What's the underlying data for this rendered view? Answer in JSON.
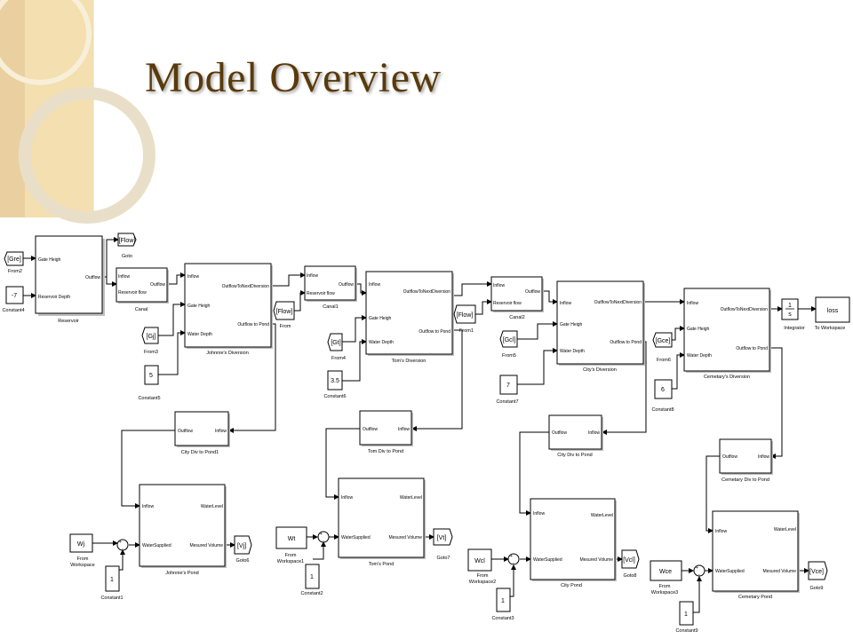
{
  "slide": {
    "title": "Model Overview"
  },
  "blocks": {
    "from2": {
      "value": "[Gre]",
      "label": "From2"
    },
    "constant4": {
      "value": "-7",
      "label": "Constant4"
    },
    "reservoir": {
      "label": "Reservoir",
      "in1": "Gate Heigh",
      "in2": "Reservoir Depth",
      "out": "Outflow"
    },
    "goto": {
      "value": "[Flow]",
      "label": "Goto"
    },
    "canal": {
      "label": "Canal",
      "in1": "Inflow",
      "in2": "Reservoir flow",
      "out": "Outflow"
    },
    "from3": {
      "value": "[Gj]",
      "label": "From3"
    },
    "constant5": {
      "value": "5",
      "label": "Constant5"
    },
    "johnnies_diversion": {
      "label": "Johnnie's Diversion",
      "in1": "Inflow",
      "in2": "Gate Heigh",
      "in3": "Water Depth",
      "out1": "OutflowToNextDiversion",
      "out2": "Outflow to Pond"
    },
    "from": {
      "value": "[Flow]",
      "label": "From"
    },
    "canal1": {
      "label": "Canal1",
      "in1": "Inflow",
      "in2": "Reservoir flow",
      "out": "Outflow"
    },
    "from4": {
      "value": "[Gt]",
      "label": "From4"
    },
    "constant6": {
      "value": "3.5",
      "label": "Constant6"
    },
    "toms_diversion": {
      "label": "Tom's Diversion",
      "in1": "Inflow",
      "in2": "Gate Heigh",
      "in3": "Water Depth",
      "out1": "OutflowToNextDiversion",
      "out2": "Outflow to Pond"
    },
    "from1": {
      "value": "[Flow]",
      "label": "From1"
    },
    "canal2": {
      "label": "Canal2",
      "in1": "Inflow",
      "in2": "Reservoir flow",
      "out": "Outflow"
    },
    "from5": {
      "value": "[Gcl]",
      "label": "From5"
    },
    "constant7": {
      "value": "7",
      "label": "Constant7"
    },
    "citys_diversion": {
      "label": "City's Diversion",
      "in1": "Inflow",
      "in2": "Gate Heigh",
      "in3": "Water Depth",
      "out1": "OutflowToNextDiversion",
      "out2": "Outflow to Pond"
    },
    "from6": {
      "value": "[Gce]",
      "label": "From6"
    },
    "constant8": {
      "value": "6",
      "label": "Constant8"
    },
    "cemetarys_diversion": {
      "label": "Cemetary's Diversion",
      "in1": "Inflow",
      "in2": "Gate Heigh",
      "in3": "Water Depth",
      "out1": "OutflowToNextDiversion",
      "out2": "Outflow to Pond"
    },
    "integrator": {
      "num": "1",
      "den": "s",
      "label": "Integrator"
    },
    "to_workspace": {
      "value": "loss",
      "label": "To Workspace"
    },
    "city_div_to_pond1": {
      "label": "City Div to Pond1",
      "left": "Outflow",
      "right": "Inflow"
    },
    "tom_div_to_pond": {
      "label": "Tom Div to Pond",
      "left": "Outflow",
      "right": "Inflow"
    },
    "city_div_to_pond": {
      "label": "City Div to Pond",
      "left": "Outflow",
      "right": "Inflow"
    },
    "cemetary_div_to_pond": {
      "label": "Cemetary Div to Pond",
      "left": "Outflow",
      "right": "Inflow"
    },
    "johnnies_pond": {
      "label": "Johnnie's Pond",
      "in1": "Inflow",
      "in2": "WaterSupplied",
      "out1": "WaterLevel",
      "out2": "Mesured Volume"
    },
    "toms_pond": {
      "label": "Tom's Pond",
      "in1": "Inflow",
      "in2": "WaterSupplied",
      "out1": "WaterLevel",
      "out2": "Mesured Volume"
    },
    "city_pond": {
      "label": "City Pond",
      "in1": "Inflow",
      "in2": "WaterSupplied",
      "out1": "WaterLevel",
      "out2": "Mesured Volume"
    },
    "cemetary_pond": {
      "label": "Cemetary Pond",
      "in1": "Inflow",
      "in2": "WaterSupplied",
      "out1": "WaterLevel",
      "out2": "Mesured Volume"
    },
    "from_workspace": {
      "value": "Wj",
      "label1": "From",
      "label2": "Workspace"
    },
    "from_workspace1": {
      "value": "Wt",
      "label1": "From",
      "label2": "Workspace1"
    },
    "from_workspace2": {
      "value": "Wcl",
      "label1": "From",
      "label2": "Workspace2"
    },
    "from_workspace3": {
      "value": "Wce",
      "label1": "From",
      "label2": "Workspace3"
    },
    "constant1": {
      "value": "1",
      "label": "Constant1"
    },
    "constant2": {
      "value": "1",
      "label": "Constant2"
    },
    "constant3": {
      "value": "1",
      "label": "Constant3"
    },
    "constant9": {
      "value": "1",
      "label": "Constant9"
    },
    "goto6": {
      "value": "[Vj]",
      "label": "Goto6"
    },
    "goto7": {
      "value": "[Vt]",
      "label": "Goto7"
    },
    "goto8": {
      "value": "[Vcl]",
      "label": "Goto8"
    },
    "goto9": {
      "value": "[Vce]",
      "label": "Goto9"
    },
    "sum_signs": {
      "plus": "+",
      "minus": "-"
    }
  }
}
